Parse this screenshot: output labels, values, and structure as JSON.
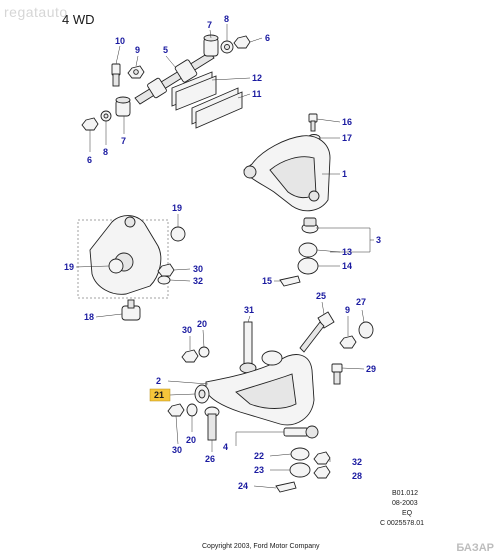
{
  "header": "4 WD",
  "watermark": "regatauto",
  "reference": {
    "line1": "B01.012",
    "line2": "08-2003",
    "line3": "EQ",
    "line4": "C 0025578.01"
  },
  "copyright": "Copyright 2003, Ford Motor Company",
  "corner_logo": "БАЗАР",
  "highlight_color": "#f5c63b",
  "callout_color": "#1a1aa0",
  "callouts": {
    "c10": "10",
    "c9a": "9",
    "c5": "5",
    "c7a": "7",
    "c8a": "8",
    "c6a": "6",
    "c12": "12",
    "c11": "11",
    "c6b": "6",
    "c8b": "8",
    "c7b": "7",
    "c16": "16",
    "c17": "17",
    "c1": "1",
    "c19a": "19",
    "c3": "3",
    "c13": "13",
    "c14": "14",
    "c19b": "19",
    "c30a": "30",
    "c32a": "32",
    "c15": "15",
    "c18": "18",
    "c31": "31",
    "c25": "25",
    "c27": "27",
    "c30b": "30",
    "c20a": "20",
    "c9b": "9",
    "c29": "29",
    "c2": "2",
    "c21": "21",
    "c20b": "20",
    "c30c": "30",
    "c26": "26",
    "c4": "4",
    "c22": "22",
    "c32b": "32",
    "c23": "23",
    "c28": "28",
    "c24": "24"
  }
}
